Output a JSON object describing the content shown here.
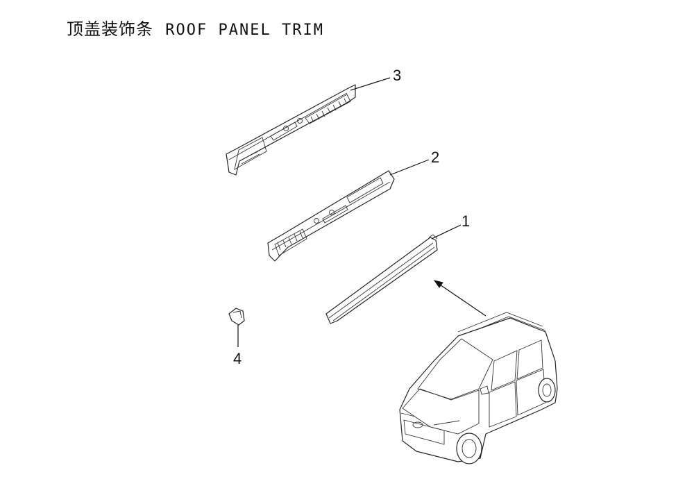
{
  "title": {
    "cn": "顶盖装饰条",
    "en": "ROOF PANEL TRIM"
  },
  "callouts": [
    "1",
    "2",
    "3",
    "4"
  ]
}
